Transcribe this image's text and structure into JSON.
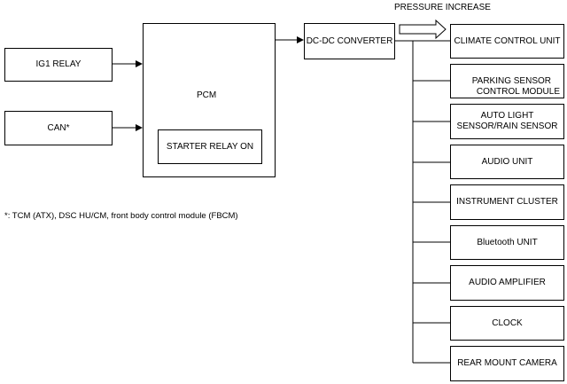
{
  "inputs": {
    "ig1_relay": "IG1 RELAY",
    "can": "CAN*"
  },
  "pcm": {
    "title": "PCM",
    "starter_relay": "STARTER RELAY ON"
  },
  "converter": {
    "label": "DC-DC CONVERTER",
    "pressure_increase": "PRESSURE INCREASE"
  },
  "outputs": [
    {
      "line1": "CLIMATE CONTROL UNIT"
    },
    {
      "line1": "PARKING SENSOR",
      "line2": "CONTROL MODULE"
    },
    {
      "line1": "AUTO LIGHT",
      "line2": "SENSOR/RAIN SENSOR"
    },
    {
      "line1": "AUDIO UNIT"
    },
    {
      "line1": "INSTRUMENT CLUSTER"
    },
    {
      "line1": "Bluetooth UNIT"
    },
    {
      "line1": "AUDIO AMPLIFIER"
    },
    {
      "line1": "CLOCK"
    },
    {
      "line1": "REAR MOUNT CAMERA"
    }
  ],
  "footnote": "*: TCM (ATX), DSC HU/CM, front body control module (FBCM)"
}
